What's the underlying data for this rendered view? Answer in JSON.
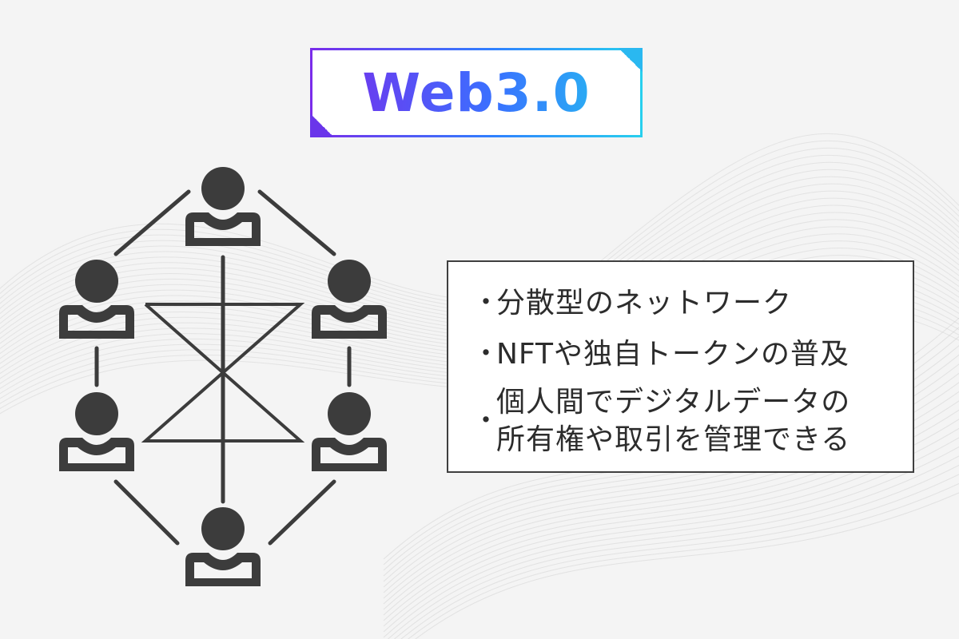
{
  "title": "Web3.0",
  "colors": {
    "gradient_start": "#7a2bea",
    "gradient_mid": "#3a70ff",
    "gradient_end": "#22c9ee",
    "icon": "#3c3c3c",
    "text": "#2c2c2c",
    "background": "#f4f4f4"
  },
  "network": {
    "node_count": 6,
    "node_icon": "person-icon"
  },
  "features": [
    "分散型のネットワーク",
    "NFTや独自トークンの普及",
    "個人間でデジタルデータの所有権や取引を管理できる"
  ],
  "bullet": "・"
}
